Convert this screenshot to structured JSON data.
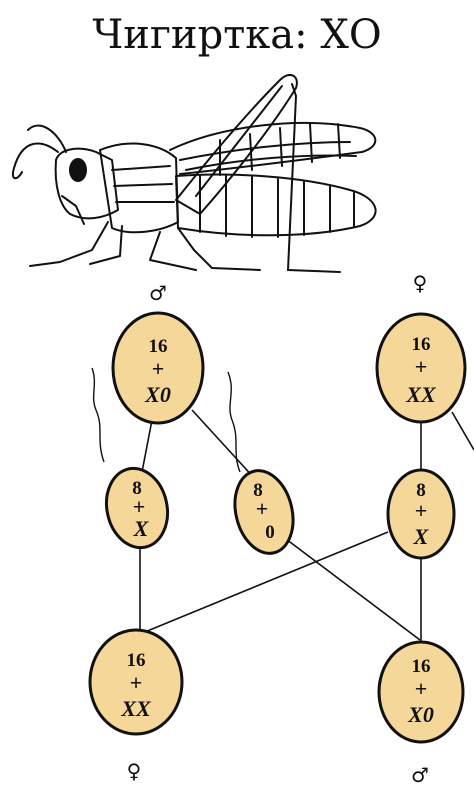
{
  "title": "Чигиртка: ХО",
  "symbols": {
    "male": "♂",
    "female": "♀"
  },
  "cells": {
    "father": {
      "top": "16",
      "mid": "+",
      "bottom": "X0"
    },
    "mother": {
      "top": "16",
      "mid": "+",
      "bottom": "XX"
    },
    "sperm_x": {
      "top": "8",
      "mid": "+",
      "bottom": "X"
    },
    "sperm_0": {
      "top": "8",
      "mid": "+",
      "bottom": "0"
    },
    "egg": {
      "top": "8",
      "mid": "+",
      "bottom": "X"
    },
    "daughter": {
      "top": "16",
      "mid": "+",
      "bottom": "XX"
    },
    "son": {
      "top": "16",
      "mid": "+",
      "bottom": "X0"
    }
  },
  "colors": {
    "cell_fill": "#f6d79a",
    "ink": "#111111"
  },
  "icons": {
    "grasshopper": "grasshopper-illustration",
    "male": "male-symbol",
    "female": "female-symbol"
  }
}
